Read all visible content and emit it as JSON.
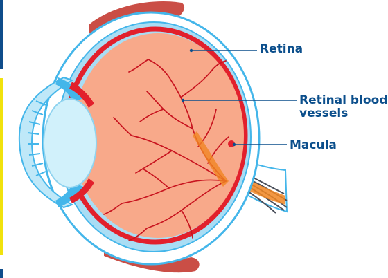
{
  "colors": {
    "edge_top": "#0f4d8b",
    "edge_mid": "#f1e20d",
    "edge_bottom": "#0f4d8b",
    "label_text": "#0c4f8c",
    "leader_line": "#0c4f8c",
    "sclera_outline": "#44b6ea",
    "retina_red": "#e2202c",
    "vitreous": "#f8a98a",
    "lens": "#d1f1fb",
    "muscle": "#c43b32",
    "optic_nerve": "#f08522",
    "vessels": "#c8141f"
  },
  "labels": {
    "retina": "Retina",
    "retinal_blood_vessels": "Retinal blood\nvessels",
    "macula": "Macula"
  }
}
